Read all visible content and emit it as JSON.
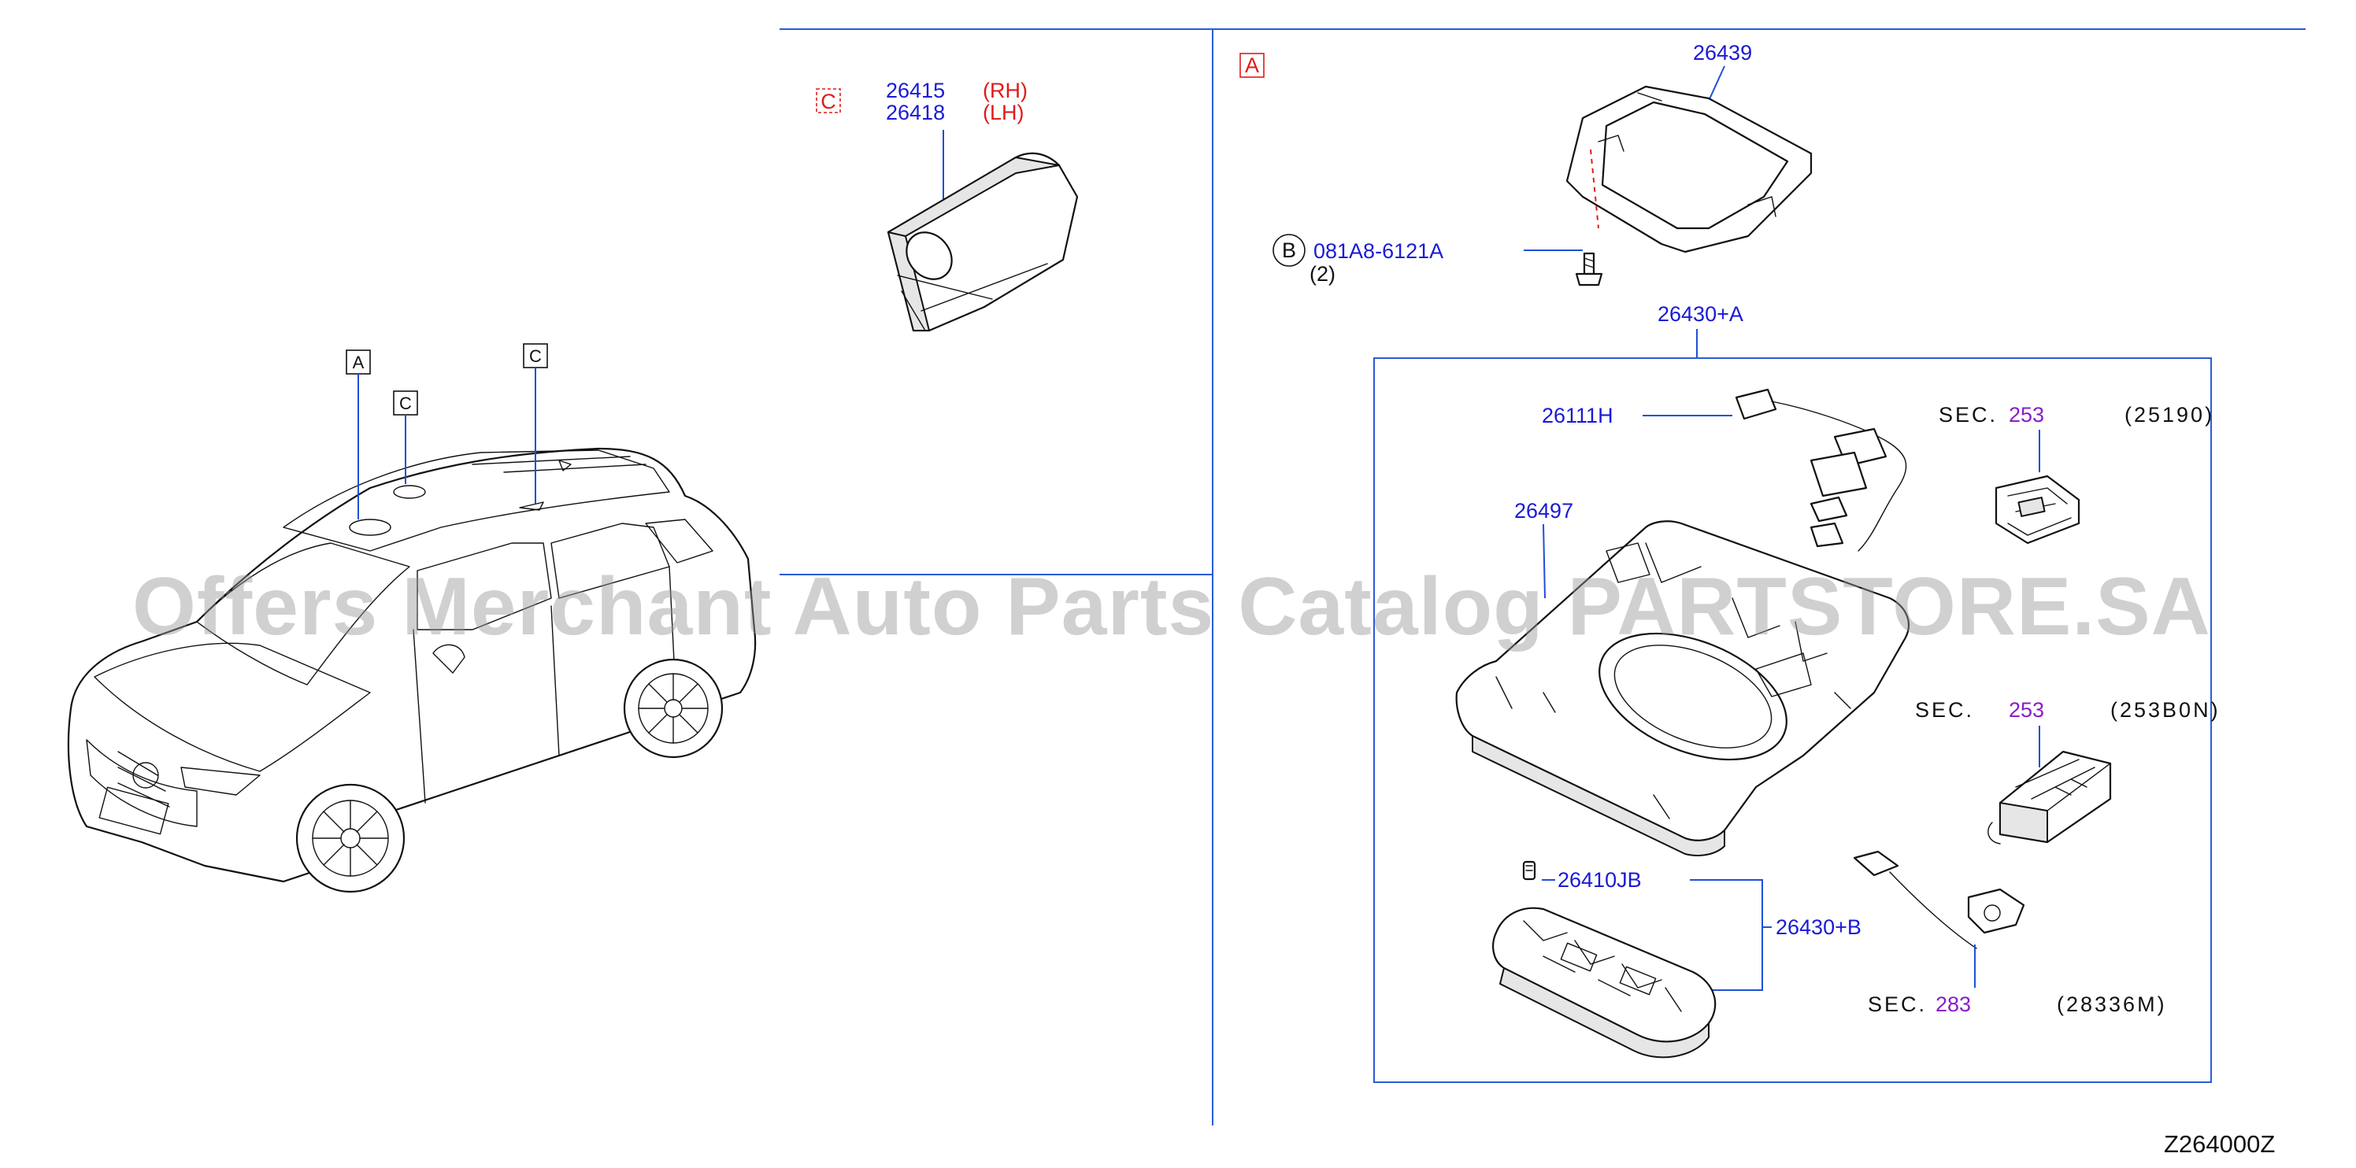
{
  "callout_a_big": "A",
  "callout_c_big": "C",
  "vehicle_callouts": {
    "a": "A",
    "c1": "C",
    "c2": "C"
  },
  "panel_c": {
    "part_1": "26415",
    "part_2": "26418",
    "side_1": "(RH)",
    "side_2": "(LH)"
  },
  "panel_a": {
    "frame_part": "26439",
    "bolt_marker": "B",
    "bolt_part": "081A8-6121A",
    "bolt_qty": "(2)",
    "assembly_part": "26430+A",
    "harness_part": "26111H",
    "housing_part": "26497",
    "bulb_part": "26410JB",
    "sub_assembly_part": "26430+B",
    "sec_word": "SEC.",
    "sec1_no": "253",
    "sec1_code": "(25190)",
    "sec2_no": "253",
    "sec2_code": "(253B0N)",
    "sec3_no": "283",
    "sec3_code": "(28336M)"
  },
  "watermark": "Offers Merchant Auto Parts Catalog PARTSTORE.SA",
  "diagram_code": "Z264000Z",
  "colors": {
    "part_number": "#1a1ad6",
    "side_note": "#e01b1b",
    "section_number": "#8a1cc8",
    "leader": "#1f4fd8"
  }
}
